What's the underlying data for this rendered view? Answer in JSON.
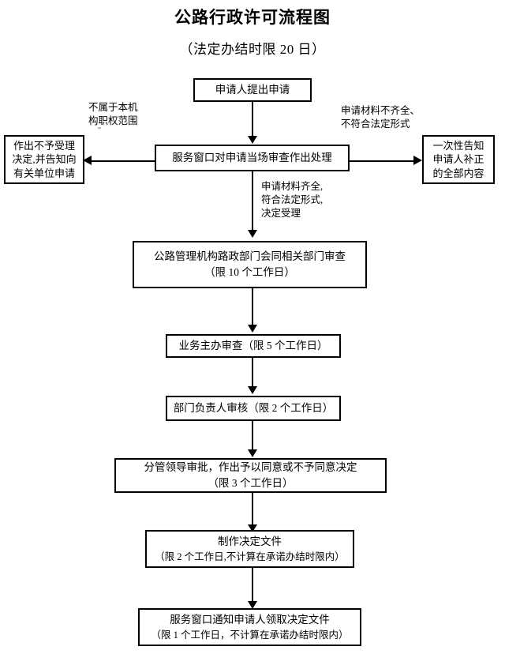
{
  "document": {
    "title": "公路行政许可流程图",
    "subtitle": "（法定办结时限 20 日）"
  },
  "flowchart": {
    "type": "flowchart",
    "orientation": "top-to-bottom",
    "nodes": [
      {
        "id": "n1",
        "name": "applicant-submits",
        "lines": [
          "申请人提出申请"
        ]
      },
      {
        "id": "n2",
        "name": "service-window-review",
        "lines": [
          "服务窗口对申请当场审查作出处理"
        ]
      },
      {
        "id": "n3",
        "name": "reject-acceptance-decision",
        "lines": [
          "作出不予受理",
          "决定,并告知向",
          "有关单位申请"
        ]
      },
      {
        "id": "n4",
        "name": "one-time-notice-correction",
        "lines": [
          "一次性告知",
          "申请人补正",
          "的全部内容"
        ]
      },
      {
        "id": "n5",
        "name": "highway-authority-joint-review",
        "lines": [
          "公路管理机构路政部门会同相关部门审查",
          "（限 10 个工作日）"
        ]
      },
      {
        "id": "n6",
        "name": "business-officer-review",
        "lines": [
          "业务主办审查（限 5 个工作日）"
        ]
      },
      {
        "id": "n7",
        "name": "department-head-verification",
        "lines": [
          "部门负责人审核（限 2 个工作日）"
        ]
      },
      {
        "id": "n8",
        "name": "deputy-leader-approval",
        "lines": [
          "分管领导审批，作出予以同意或不予同意决定",
          "（限 3 个工作日）"
        ]
      },
      {
        "id": "n9",
        "name": "produce-decision-document",
        "lines": [
          "制作决定文件",
          "（限 2 个工作日,不计算在承诺办结时限内）"
        ]
      },
      {
        "id": "n10",
        "name": "notify-applicant-collect-document",
        "lines": [
          "服务窗口通知申请人领取决定文件",
          "（限 1 个工作日，不计算在承诺办结时限内）"
        ]
      }
    ],
    "edge_labels": [
      {
        "id": "e1",
        "name": "out-of-jurisdiction-label",
        "lines": [
          "不属于本机",
          "构职权范围"
        ]
      },
      {
        "id": "e2",
        "name": "incomplete-materials-label",
        "lines": [
          "申请材料不齐全、",
          "不符合法定形式"
        ]
      },
      {
        "id": "e3",
        "name": "materials-complete-label",
        "lines": [
          "申请材料齐全,",
          "符合法定形式,",
          "决定受理"
        ]
      }
    ]
  },
  "colors": {
    "line": "#000000",
    "background": "#ffffff",
    "text": "#000000"
  }
}
